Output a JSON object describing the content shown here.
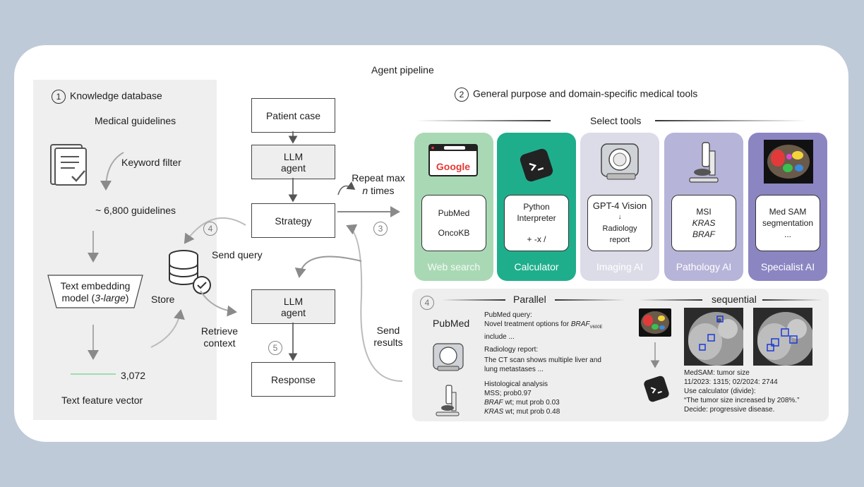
{
  "diagram_title": "Agent pipeline",
  "knowledge": {
    "step_number": "1",
    "title": "Knowledge database",
    "guidelines": "Medical guidelines",
    "keyword_filter": "Keyword filter",
    "count": "~ 6,800 guidelines",
    "embed_line1": "Text embedding",
    "embed_line2_pre": "model (",
    "embed_line2_ital": "3-large",
    "embed_line2_post": ")",
    "vector_dim": "3,072",
    "vector_label": "Text feature vector",
    "store": "Store",
    "send_query": "Send query",
    "retrieve": "Retrieve",
    "context": "context",
    "step4": "4",
    "step5": "5"
  },
  "flow": {
    "patient_case": "Patient case",
    "llm_line1": "LLM",
    "llm_line2": "agent",
    "strategy": "Strategy",
    "response": "Response",
    "repeat_line1": "Repeat max",
    "repeat_n": "n",
    "repeat_line2": " times",
    "step3": "3",
    "send": "Send",
    "results": "results"
  },
  "tools_header": {
    "step_number": "2",
    "title": "General purpose and domain-specific medical tools",
    "select": "Select tools"
  },
  "tools": [
    {
      "label": "Web search",
      "bg": "#a9d9b4",
      "lines": [
        "PubMed",
        "OncoKB"
      ],
      "logo": "Google"
    },
    {
      "label": "Calculator",
      "bg": "#1fae8c",
      "lines": [
        "Python",
        "Interpreter",
        "",
        "+ -x /"
      ]
    },
    {
      "label": "Imaging AI",
      "bg": "#dcdce8",
      "lines": [
        "GPT-4 Vision",
        "Radiology",
        "report"
      ]
    },
    {
      "label": "Pathology AI",
      "bg": "#b7b4d9",
      "lines": [
        "MSI",
        "KRAS",
        "BRAF"
      ]
    },
    {
      "label": "Specialist AI",
      "bg": "#8b85c2",
      "lines": [
        "Med SAM",
        "segmentation",
        "..."
      ]
    }
  ],
  "results": {
    "step_number": "4",
    "parallel": "Parallel",
    "sequential": "sequential",
    "pubmed_logo": "PubMed",
    "pubmed_title": "PubMed query:",
    "pubmed_text1": "Novel treatment options for ",
    "pubmed_braf": "BRAF",
    "pubmed_sub": "V600E",
    "pubmed_text2": "include ...",
    "radio_title": "Radiology report:",
    "radio_text1": "The CT scan shows multiple liver and",
    "radio_text2": "lung metastases ...",
    "histo_title": "Histological analysis",
    "histo_l1": "MSS; prob0.97",
    "histo_l2_gene": "BRAF",
    "histo_l2": " wt; mut prob 0.03",
    "histo_l3_gene": "KRAS",
    "histo_l3": " wt; mut prob 0.48",
    "seq_l1": "MedSAM: tumor size",
    "seq_l2": "11/2023:  1315;  02/2024: 2744",
    "seq_l3": "Use calculator (divide):",
    "seq_l4": "“The tumor size increased by 208%.”",
    "seq_l5": "Decide: progressive disease."
  },
  "colors": {
    "background": "#bfcad8",
    "card": "#ffffff",
    "kb_panel": "#efefef",
    "vector_line": "#9fdcae"
  },
  "icons": [
    "document-check-icon",
    "database-check-icon",
    "mri-scanner-icon",
    "microscope-icon",
    "terminal-icon",
    "ct-abdomen-icon"
  ]
}
